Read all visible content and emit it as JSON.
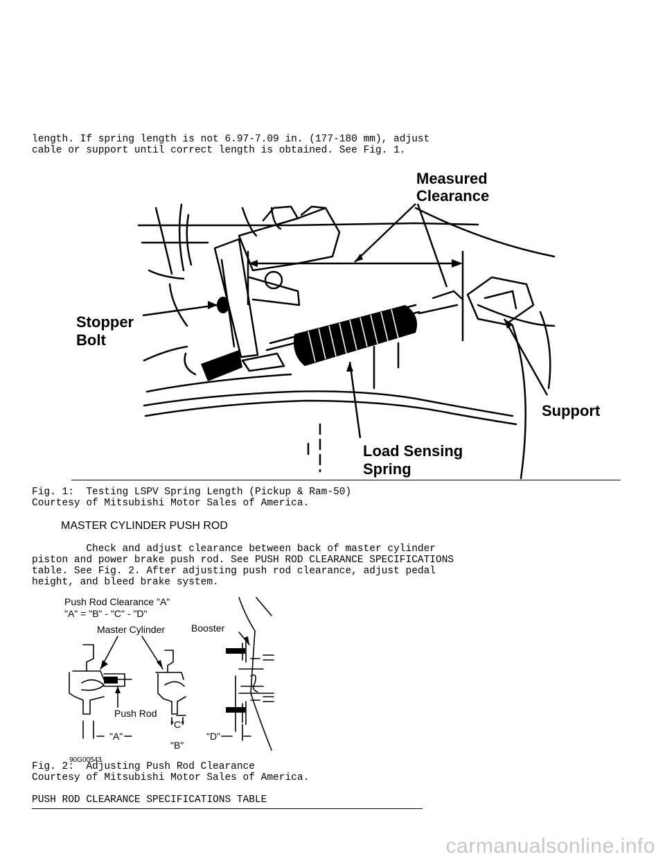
{
  "intro_text": {
    "line1": "length. If spring length is not 6.97-7.09 in. (177-180 mm), adjust",
    "line2": "cable or support until correct length is obtained. See Fig. 1."
  },
  "figure1": {
    "labels": {
      "measured_line1": "Measured",
      "measured_line2": "Clearance",
      "stopper_line1": "Stopper",
      "stopper_line2": "Bolt",
      "support": "Support",
      "load_line1": "Load Sensing",
      "load_line2": "Spring"
    },
    "caption": "Fig. 1:  Testing LSPV Spring Length (Pickup & Ram-50)",
    "courtesy": "Courtesy of Mitsubishi Motor Sales of America."
  },
  "section": {
    "heading": "MASTER CYLINDER PUSH ROD",
    "para1": "         Check and adjust clearance between back of master cylinder",
    "para2": "piston and power brake push rod. See PUSH ROD CLEARANCE SPECIFICATIONS",
    "para3": "table. See Fig. 2. After adjusting push rod clearance, adjust pedal",
    "para4": "height, and bleed brake system."
  },
  "figure2": {
    "labels": {
      "title": "Push Rod Clearance \"A\"",
      "formula": "\"A\" = \"B\" - \"C\" - \"D\"",
      "master_cylinder": "Master Cylinder",
      "booster": "Booster",
      "push_rod": "Push Rod",
      "a": "\"A\"",
      "b": "\"B\"",
      "c": "\"C\"",
      "d": "\"D\"",
      "code": "90G00543"
    },
    "caption": "Fig. 2:  Adjusting Push Rod Clearance",
    "courtesy": "Courtesy of Mitsubishi Motor Sales of America."
  },
  "table_title": "PUSH ROD CLEARANCE SPECIFICATIONS TABLE",
  "watermark": "carmanualsonline.info"
}
